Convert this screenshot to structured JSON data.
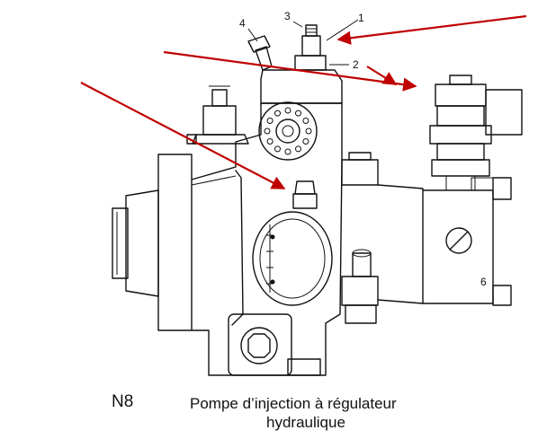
{
  "figure": {
    "code": "N8",
    "caption_line1": "Pompe d’injection à régulateur",
    "caption_line2": "hydraulique"
  },
  "callouts": [
    "1",
    "2",
    "3",
    "4",
    "6"
  ],
  "colors": {
    "ink": "#111111",
    "arrow": "#c00000",
    "background": "#ffffff"
  },
  "arrows": {
    "count": 4,
    "color": "red"
  }
}
